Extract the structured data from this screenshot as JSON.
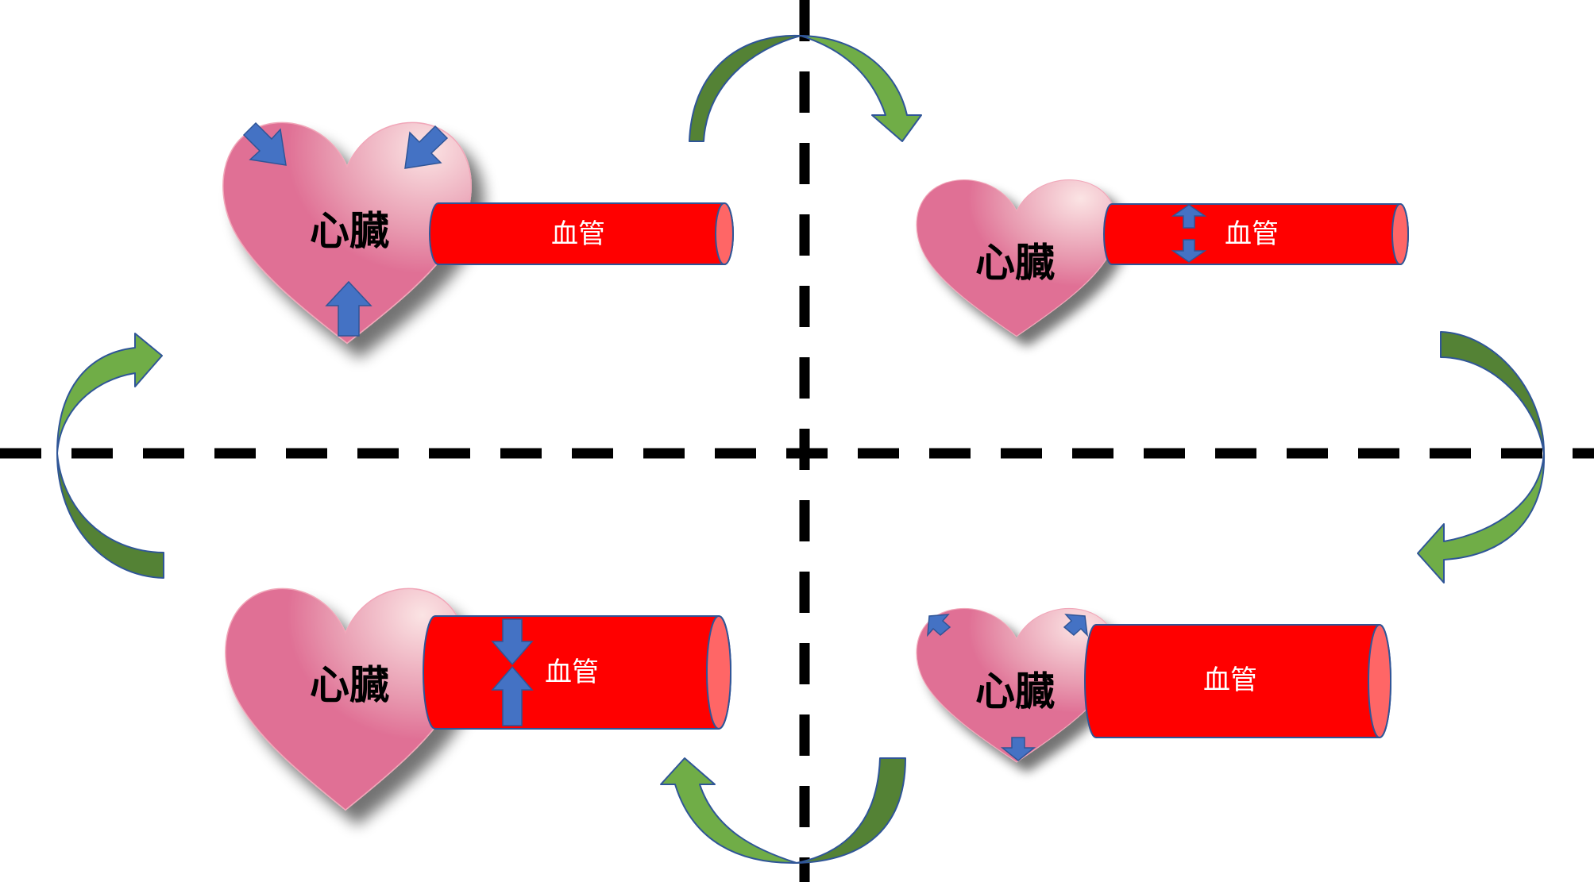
{
  "diagram": {
    "title": "",
    "colors": {
      "heart_fill": "#e07095",
      "heart_highlight": "#fbe3e3",
      "vessel_fill": "#ff0000",
      "vessel_opening": "#ff6666",
      "vessel_stroke": "#2f5597",
      "pressure_arrow": "#4472c4",
      "cycle_arrow_light": "#70ad47",
      "cycle_arrow_dark": "#548235",
      "divider": "#000000"
    },
    "panels": [
      {
        "id": "top-left",
        "heart_label": "心臓",
        "vessel_label": "血管",
        "heart_state": "contracting",
        "heart_arrows": "inward",
        "vessel_state": "normal",
        "vessel_arrows": "none"
      },
      {
        "id": "top-right",
        "heart_label": "心臓",
        "vessel_label": "血管",
        "heart_state": "contracted",
        "heart_arrows": "none",
        "vessel_state": "expanding",
        "vessel_arrows": "outward"
      },
      {
        "id": "bottom-right",
        "heart_label": "心臓",
        "vessel_label": "血管",
        "heart_state": "expanding",
        "heart_arrows": "outward",
        "vessel_state": "expanded",
        "vessel_arrows": "none"
      },
      {
        "id": "bottom-left",
        "heart_label": "心臓",
        "vessel_label": "血管",
        "heart_state": "relaxed",
        "heart_arrows": "none",
        "vessel_state": "contracting",
        "vessel_arrows": "inward"
      }
    ],
    "cycle": {
      "direction": "clockwise",
      "sequence": [
        "top-left",
        "top-right",
        "bottom-right",
        "bottom-left"
      ]
    }
  }
}
